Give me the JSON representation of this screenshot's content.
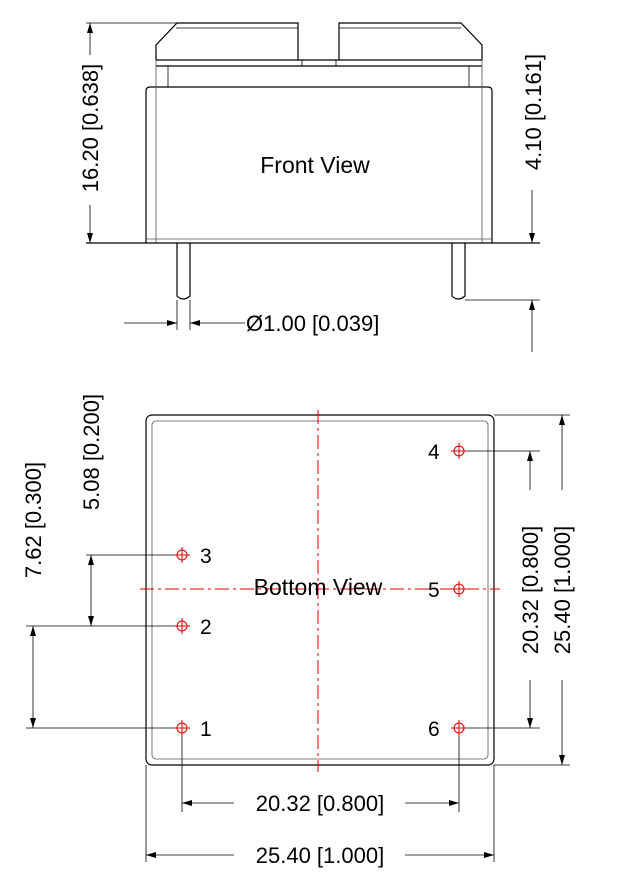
{
  "front_view": {
    "title": "Front View",
    "height_dim": "16.20 [0.638]",
    "pin_length_dim": "4.10 [0.161]",
    "pin_diameter_dim": "Ø1.00 [0.039]"
  },
  "bottom_view": {
    "title": "Bottom View",
    "pins": [
      "1",
      "2",
      "3",
      "4",
      "5",
      "6"
    ],
    "dim_pin_spacing_small": "5.08 [0.200]",
    "dim_pin_spacing_left": "7.62 [0.300]",
    "dim_pin_spacing_right": "20.32 [0.800]",
    "dim_width_outer_right": "25.40 [1.000]",
    "dim_pin_spacing_bottom": "20.32 [0.800]",
    "dim_width_bottom": "25.40 [1.000]"
  },
  "colors": {
    "centerline": "#dd0000",
    "outline": "#000000"
  }
}
